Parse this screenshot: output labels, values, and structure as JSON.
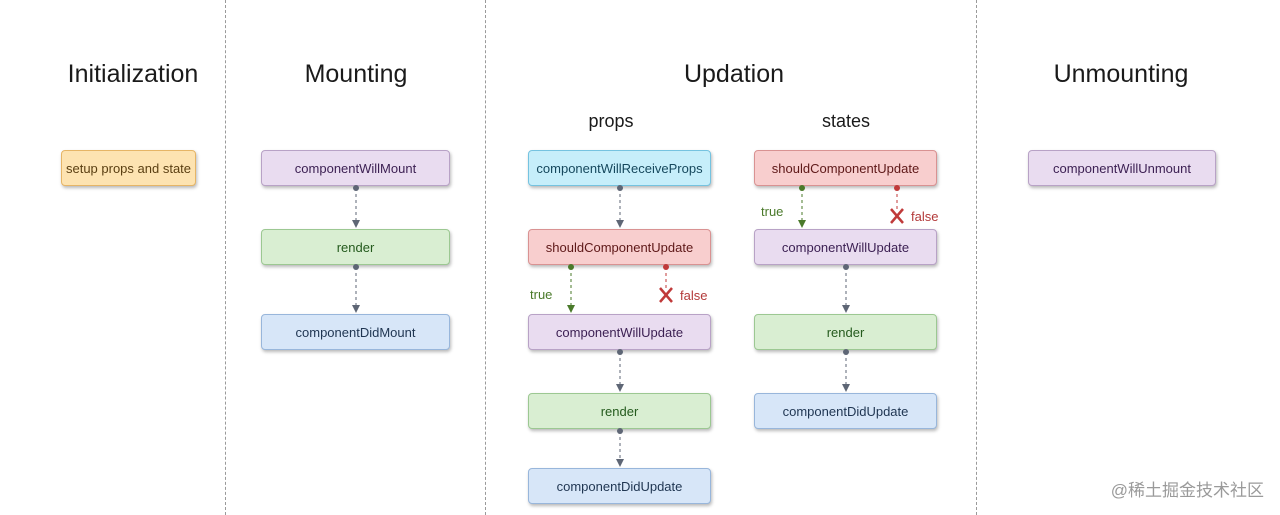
{
  "phases": {
    "initialization": "Initialization",
    "mounting": "Mounting",
    "updation": "Updation",
    "unmounting": "Unmounting"
  },
  "updation": {
    "props_heading": "props",
    "states_heading": "states"
  },
  "initialization_box": {
    "label": "setup props and state"
  },
  "mounting_boxes": {
    "will_mount": "componentWillMount",
    "render": "render",
    "did_mount": "componentDidMount"
  },
  "props_boxes": {
    "will_receive_props": "componentWillReceiveProps",
    "should_update": "shouldComponentUpdate",
    "will_update": "componentWillUpdate",
    "render": "render",
    "did_update": "componentDidUpdate"
  },
  "states_boxes": {
    "should_update": "shouldComponentUpdate",
    "will_update": "componentWillUpdate",
    "render": "render",
    "did_update": "componentDidUpdate"
  },
  "unmounting_box": {
    "label": "componentWillUnmount"
  },
  "branch_labels": {
    "true": "true",
    "false": "false"
  },
  "watermark": "@稀土掘金技术社区",
  "colors": {
    "divider": "#9a9a9a",
    "connector": "#5e6675",
    "true_branch": "#4a7a2a",
    "false_branch": "#c03a3a"
  }
}
